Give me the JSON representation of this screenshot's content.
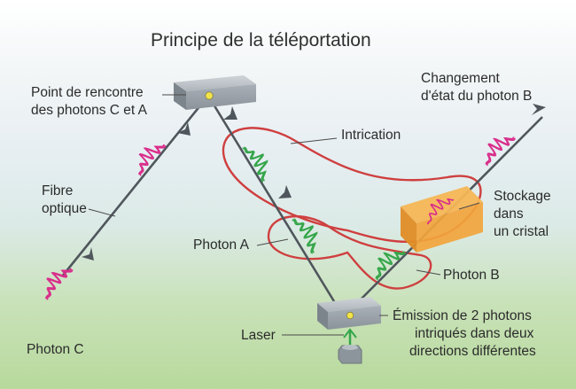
{
  "title": "Principe de la téléportation",
  "labels": {
    "meeting_point": [
      "Point de rencontre",
      "des photons C et A"
    ],
    "state_change": [
      "Changement",
      "d'état du photon B"
    ],
    "intrication": "Intrication",
    "fibre": [
      "Fibre",
      "optique"
    ],
    "storage": [
      "Stockage",
      "dans",
      "un cristal"
    ],
    "photon_a": "Photon A",
    "photon_b": "Photon B",
    "photon_c": "Photon C",
    "laser": "Laser",
    "emission": [
      "Émission de 2 photons",
      "intriqués dans deux",
      "directions différentes"
    ]
  },
  "colors": {
    "beam": "#4f565c",
    "entanglement_loop": "#cf3f3f",
    "photon_pink": "#d92e8b",
    "photon_green": "#35a64a",
    "crystal": "#f2a43c",
    "box": "#9aa3ab",
    "dot": "#f3e34a"
  }
}
